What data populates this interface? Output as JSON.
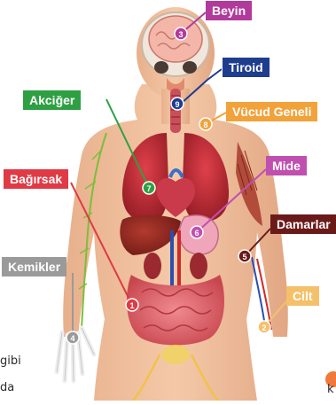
{
  "labels": [
    {
      "id": "beyin",
      "text": "Beyin",
      "number": "3",
      "color": "#b23a9c"
    },
    {
      "id": "tiroid",
      "text": "Tiroid",
      "number": "9",
      "color": "#1e3d8f"
    },
    {
      "id": "vucud",
      "text": "Vücud Geneli",
      "number": "8",
      "color": "#f2a23a"
    },
    {
      "id": "akciger",
      "text": "Akciğer",
      "number": "7",
      "color": "#2ea043"
    },
    {
      "id": "mide",
      "text": "Mide",
      "number": "6",
      "color": "#c04fb0"
    },
    {
      "id": "bagirsak",
      "text": "Bağırsak",
      "number": "1",
      "color": "#e03a45"
    },
    {
      "id": "damarlar",
      "text": "Damarlar",
      "number": "5",
      "color": "#6b1a1a"
    },
    {
      "id": "kemikler",
      "text": "Kemikler",
      "number": "4",
      "color": "#9a9a9a"
    },
    {
      "id": "cilt",
      "text": "Cilt",
      "number": "2",
      "color": "#f5c06a"
    }
  ],
  "edge_text": {
    "left_top": "gibi",
    "left_bottom": "da",
    "right_bottom": "k"
  }
}
